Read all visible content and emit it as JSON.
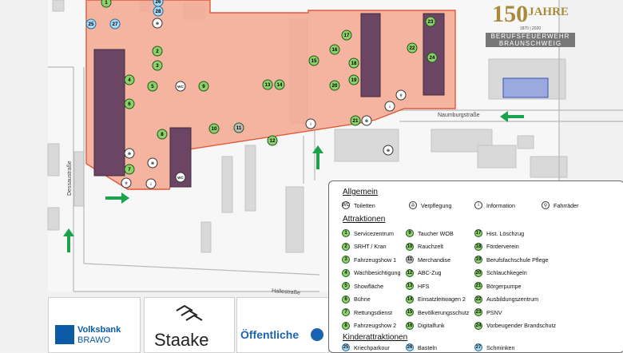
{
  "streets": {
    "dessaustrasse": "Dessaustraße",
    "naumburgstrasse": "Naumburgstraße",
    "hallestrasse": "Hallestraße"
  },
  "anniversary": {
    "number": "150",
    "word": "JAHRE",
    "years": "1870 | 2020",
    "org_line1": "BERUFSFEUERWEHR",
    "org_line2": "BRAUNSCHWEIG"
  },
  "legend": {
    "allgemein_title": "Allgemein",
    "general": [
      {
        "icon": "wc-icon",
        "glyph": "WC",
        "label": "Toiletten"
      },
      {
        "icon": "food-icon",
        "glyph": "✇",
        "label": "Verpflegung"
      },
      {
        "icon": "info-icon",
        "glyph": "i",
        "label": "Information"
      },
      {
        "icon": "bike-icon",
        "glyph": "⚲",
        "label": "Fahrräder"
      }
    ],
    "attraktionen_title": "Attraktionen",
    "attractions": [
      {
        "n": "1",
        "label": "Servicezentrum"
      },
      {
        "n": "2",
        "label": "SRHT / Kran"
      },
      {
        "n": "3",
        "label": "Fahrzeugshow 1"
      },
      {
        "n": "4",
        "label": "Wachbesichtigung"
      },
      {
        "n": "5",
        "label": "Showfläche"
      },
      {
        "n": "6",
        "label": "Bühne"
      },
      {
        "n": "7",
        "label": "Rettungsdienst"
      },
      {
        "n": "8",
        "label": "Fahrzeugshow 2"
      },
      {
        "n": "9",
        "label": "Taucher WOB"
      },
      {
        "n": "10",
        "label": "Rauchzelt"
      },
      {
        "n": "11",
        "label": "Merchandise"
      },
      {
        "n": "12",
        "label": "ABC-Zug"
      },
      {
        "n": "13",
        "label": "HFS"
      },
      {
        "n": "14",
        "label": "Einsatzleitwagen 2"
      },
      {
        "n": "15",
        "label": "Bevölkerungsschutz"
      },
      {
        "n": "16",
        "label": "Digitalfunk"
      },
      {
        "n": "17",
        "label": "Hist. Löschzug"
      },
      {
        "n": "18",
        "label": "Förderverein"
      },
      {
        "n": "19",
        "label": "Berufsfachschule Pflege"
      },
      {
        "n": "20",
        "label": "Schlauchkegeln"
      },
      {
        "n": "21",
        "label": "Börgerpumpe"
      },
      {
        "n": "22",
        "label": "Ausbildungszentrum"
      },
      {
        "n": "23",
        "label": "PSNV"
      },
      {
        "n": "24",
        "label": "Vorbeugender Brandschutz"
      }
    ],
    "kinder_title": "Kinderattraktionen",
    "kids": [
      {
        "n": "25",
        "label": "Kriechparkour"
      },
      {
        "n": "26",
        "label": "Basteln"
      },
      {
        "n": "27",
        "label": "Schminken"
      }
    ]
  },
  "sponsors": {
    "volksbank_line1": "Volksbank",
    "volksbank_line2": "BRAWO",
    "staake": "Staake",
    "oeffentliche": "Öffentliche"
  },
  "colors": {
    "event_area": "#f5a88f",
    "building_dark": "#6b4563",
    "marker_green": "#8ed16a",
    "marker_blue": "#a9d8f4",
    "arrow_green": "#1aa34a",
    "highlight_blue": "#7f95e0"
  }
}
